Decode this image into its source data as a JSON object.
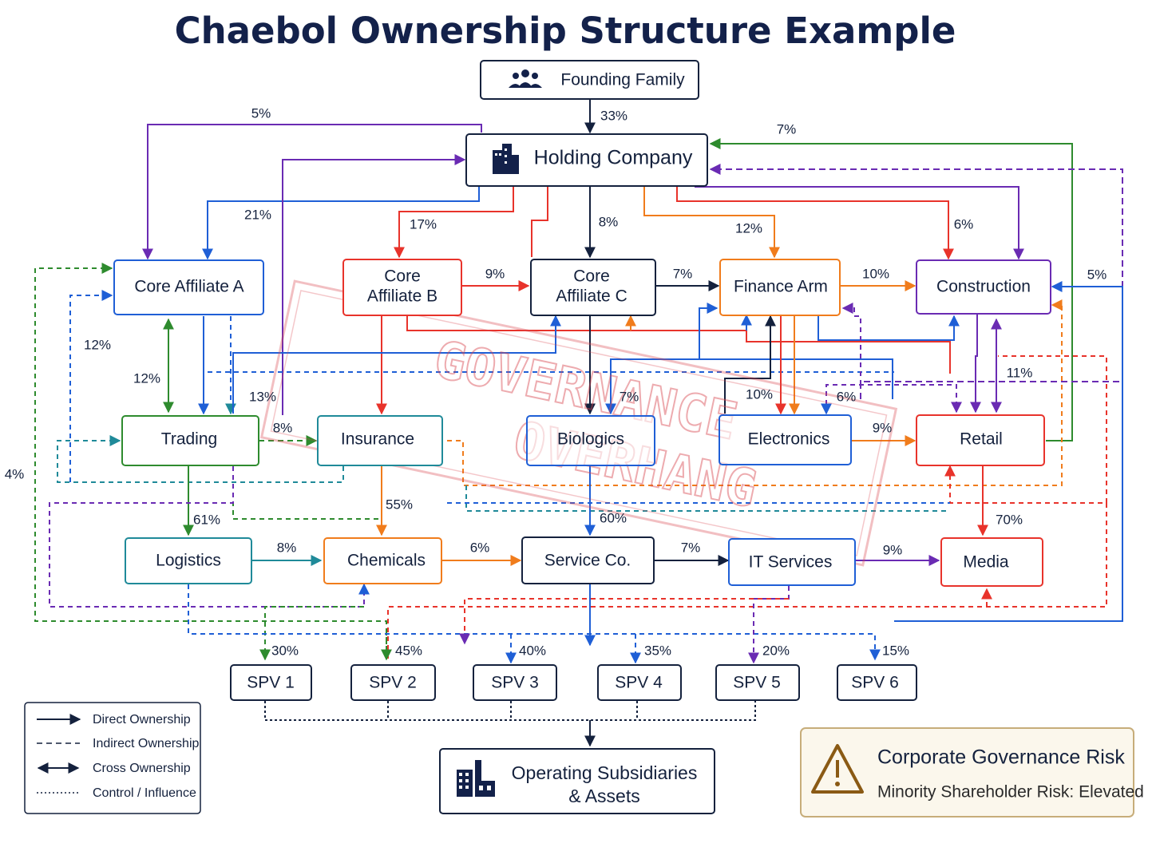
{
  "title": "Chaebol Ownership Structure Example",
  "stamp": "GOVERNANCE OVERHANG",
  "colors": {
    "navy": "#14213d",
    "purple": "#6a2bb3",
    "blue": "#1f5fd6",
    "red": "#e8332b",
    "orange": "#f07c1c",
    "green": "#2e8b2e",
    "teal": "#1f8a99",
    "stamp": "#d9474f"
  },
  "nodes": {
    "family": {
      "label": "Founding Family",
      "icon": "people-icon"
    },
    "holding": {
      "label": "Holding Company",
      "icon": "building-icon"
    },
    "core_a": {
      "label": "Core Affiliate A"
    },
    "core_b": {
      "line1": "Core",
      "line2": "Affiliate B"
    },
    "core_c": {
      "line1": "Core",
      "line2": "Affiliate C"
    },
    "finance": {
      "label": "Finance Arm"
    },
    "construction": {
      "label": "Construction"
    },
    "trading": {
      "label": "Trading"
    },
    "insurance": {
      "label": "Insurance"
    },
    "biologics": {
      "label": "Biologics"
    },
    "electronics": {
      "label": "Electronics"
    },
    "retail": {
      "label": "Retail"
    },
    "logistics": {
      "label": "Logistics"
    },
    "chemicals": {
      "label": "Chemicals"
    },
    "service": {
      "label": "Service Co."
    },
    "it": {
      "label": "IT Services"
    },
    "media": {
      "label": "Media"
    },
    "spv1": {
      "label": "SPV 1"
    },
    "spv2": {
      "label": "SPV 2"
    },
    "spv3": {
      "label": "SPV 3"
    },
    "spv4": {
      "label": "SPV 4"
    },
    "spv5": {
      "label": "SPV 5"
    },
    "spv6": {
      "label": "SPV 6"
    },
    "operating": {
      "line1": "Operating Subsidiaries",
      "line2": "& Assets",
      "icon": "factory-icon"
    }
  },
  "edge_labels": {
    "family_holding": "33%",
    "holding_corea_purple": "5%",
    "holding_corea": "21%",
    "holding_coreb": "17%",
    "holding_corec": "8%",
    "holding_finance": "12%",
    "holding_construction": "6%",
    "retail_holding": "7%",
    "right_construction": "5%",
    "coreb_corec": "9%",
    "corec_finance": "7%",
    "finance_construction": "10%",
    "corea_left": "12%",
    "corea_trading": "12%",
    "trading_insurance": "8%",
    "insurance_trading": "13%",
    "left_outer": "4%",
    "biologics": "7%",
    "electronics": "10%",
    "finance_retail": "6%",
    "electronics_retail": "9%",
    "construction_retail": "11%",
    "trading_logistics": "61%",
    "insurance_chemicals": "55%",
    "biologics_service": "60%",
    "retail_media": "70%",
    "logistics_chemicals": "8%",
    "chemicals_service": "6%",
    "service_it": "7%",
    "it_media": "9%",
    "spv1": "30%",
    "spv2": "45%",
    "spv3": "40%",
    "spv4": "35%",
    "spv5": "20%",
    "spv6": "15%"
  },
  "legend": {
    "direct": "Direct Ownership",
    "indirect": "Indirect Ownership",
    "cross": "Cross Ownership",
    "control": "Control / Influence"
  },
  "risk": {
    "title": "Corporate Governance Risk",
    "subtitle": "Minority Shareholder Risk: Elevated",
    "icon": "warning-icon"
  }
}
